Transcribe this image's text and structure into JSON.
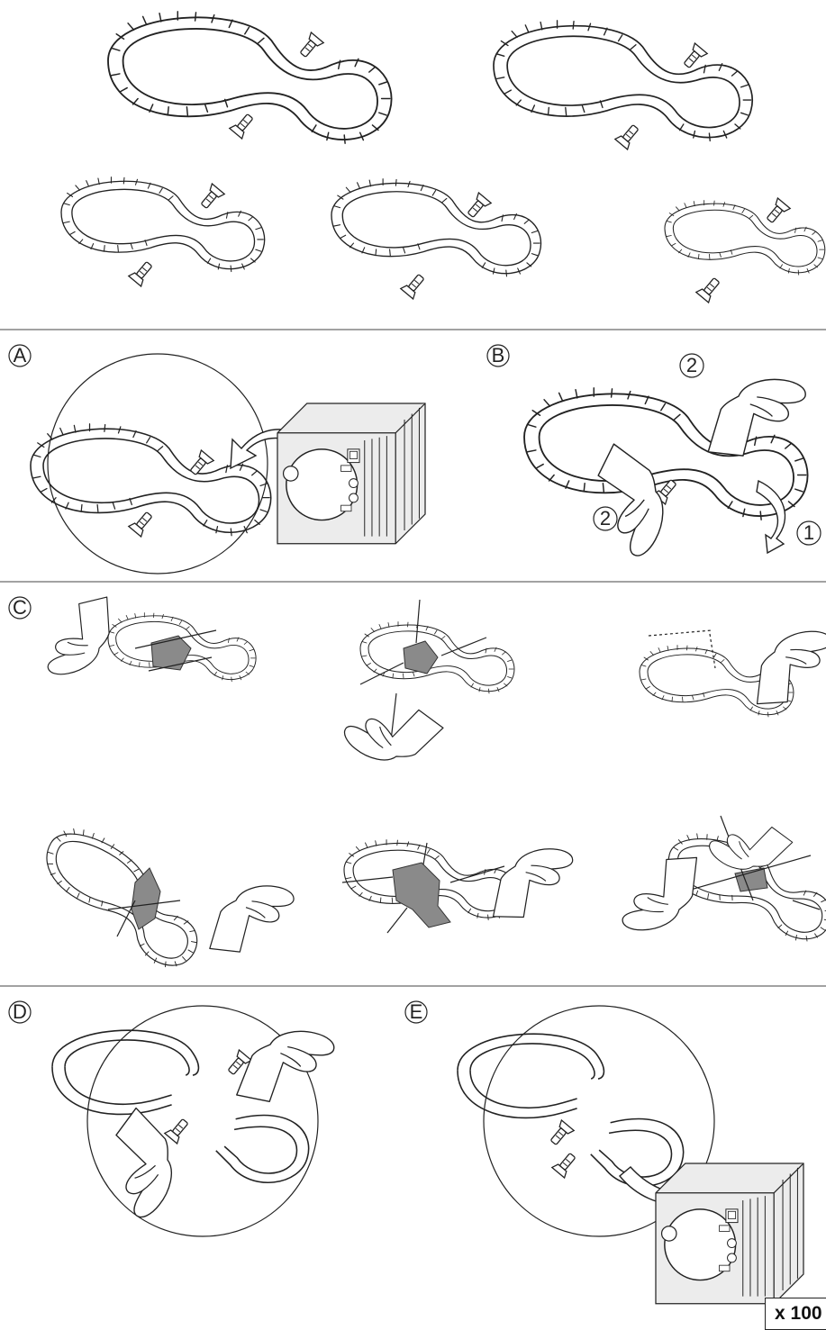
{
  "steps": {
    "a": "A",
    "b": "B",
    "c": "C",
    "d": "D",
    "e": "E"
  },
  "step_b_callouts": {
    "first": "1",
    "second": "2"
  },
  "quantity_badge": "x 100",
  "icons": {
    "ring_frame": "ring-frame-icon",
    "thumbscrew": "thumbscrew-icon",
    "autoclave": "autoclave-icon",
    "gloved_hand": "gloved-hand-icon",
    "rotate_arrow": "rotate-arrow-icon",
    "transfer_arrow": "transfer-arrow-icon",
    "membrane": "membrane-icon"
  },
  "colors": {
    "line": "#222222",
    "membrane_fill": "#8a8a8a",
    "machine_fill": "#ececec"
  }
}
